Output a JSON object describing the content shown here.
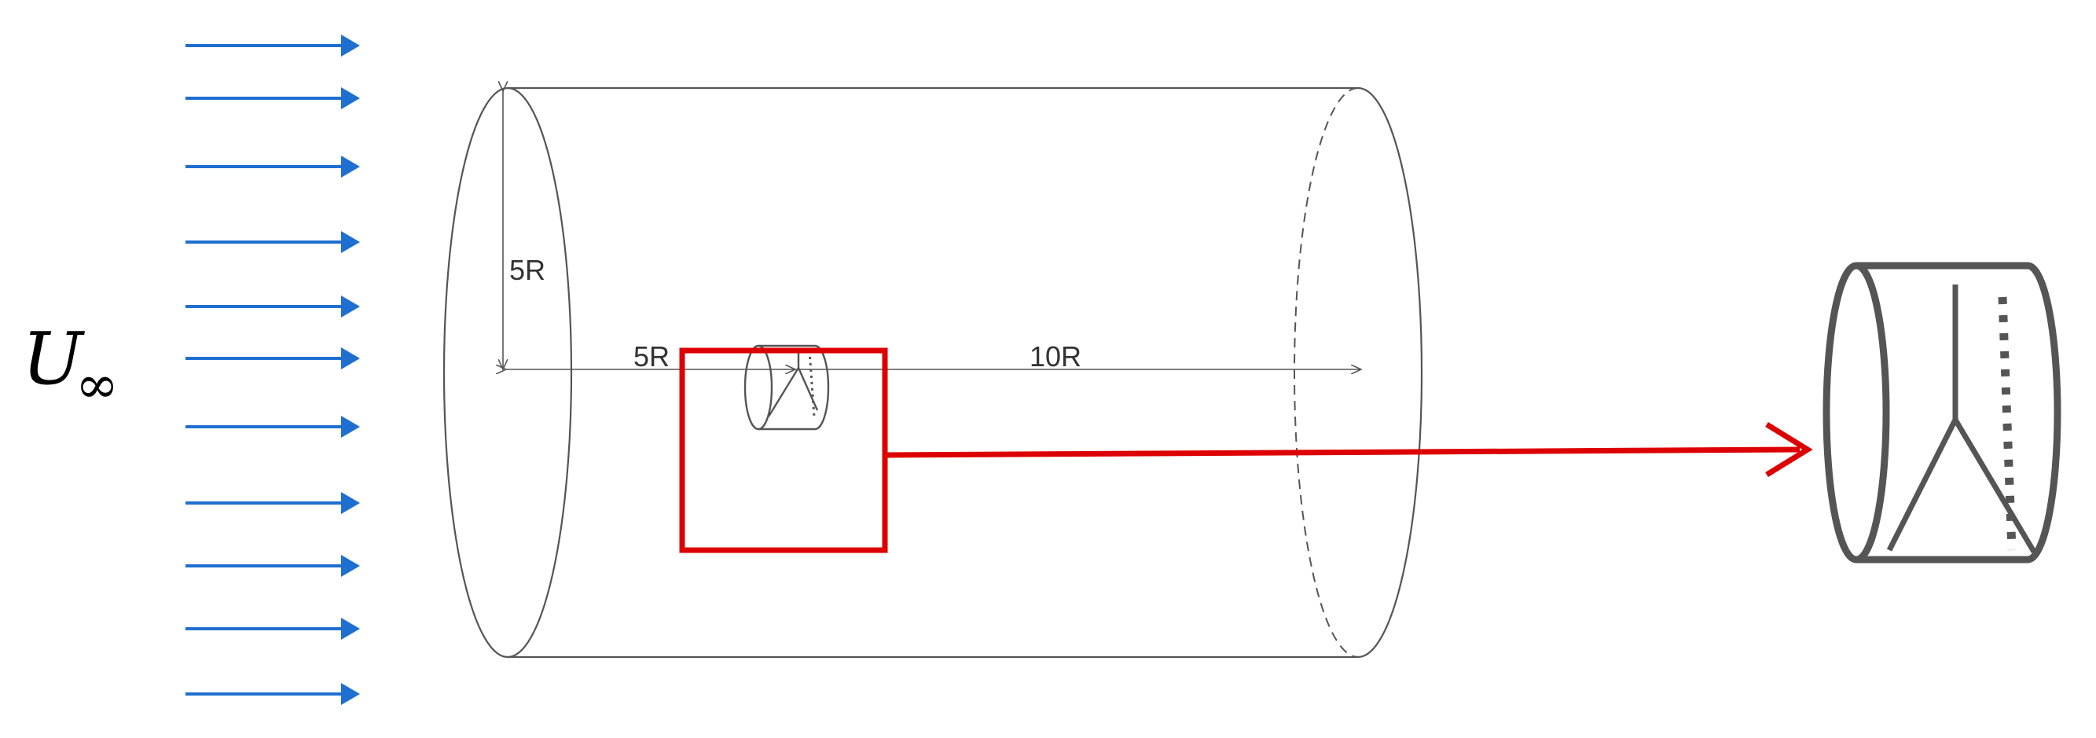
{
  "flow": {
    "symbol": "U",
    "subscript": "∞",
    "arrow_color": "#1f6fd1",
    "arrow_count": 11
  },
  "domain": {
    "radius_label": "5R",
    "upstream_label": "5R",
    "downstream_label": "10R",
    "line_color": "#555555"
  },
  "highlight": {
    "color": "#dd0000"
  },
  "detail": {
    "stroke_color": "#555555"
  }
}
